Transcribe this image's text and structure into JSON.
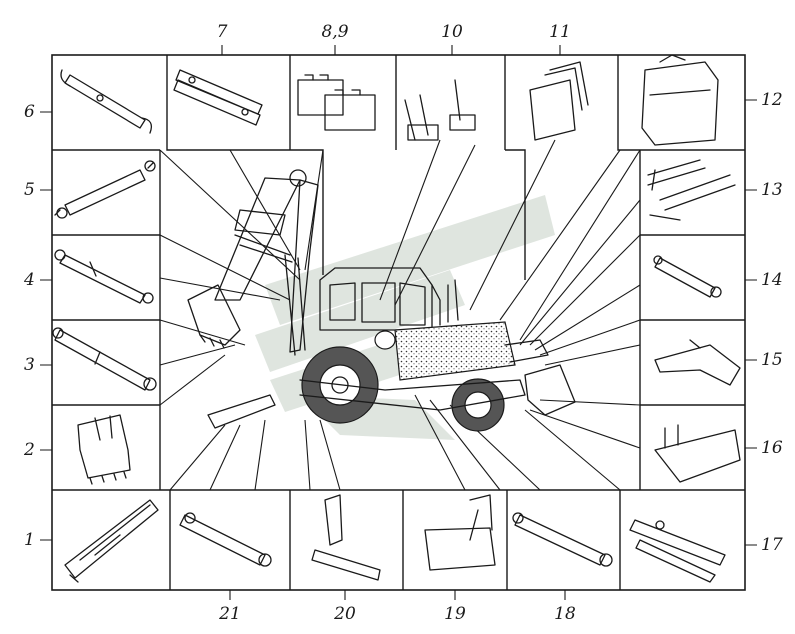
{
  "figure": {
    "callouts": {
      "n1": "1",
      "n2": "2",
      "n3": "3",
      "n4": "4",
      "n5": "5",
      "n6": "6",
      "n7": "7",
      "n8_9": "8,9",
      "n10": "10",
      "n11": "11",
      "n12": "12",
      "n13": "13",
      "n14": "14",
      "n15": "15",
      "n16": "16",
      "n17": "17",
      "n18": "18",
      "n19": "19",
      "n20": "20",
      "n21": "21"
    }
  }
}
